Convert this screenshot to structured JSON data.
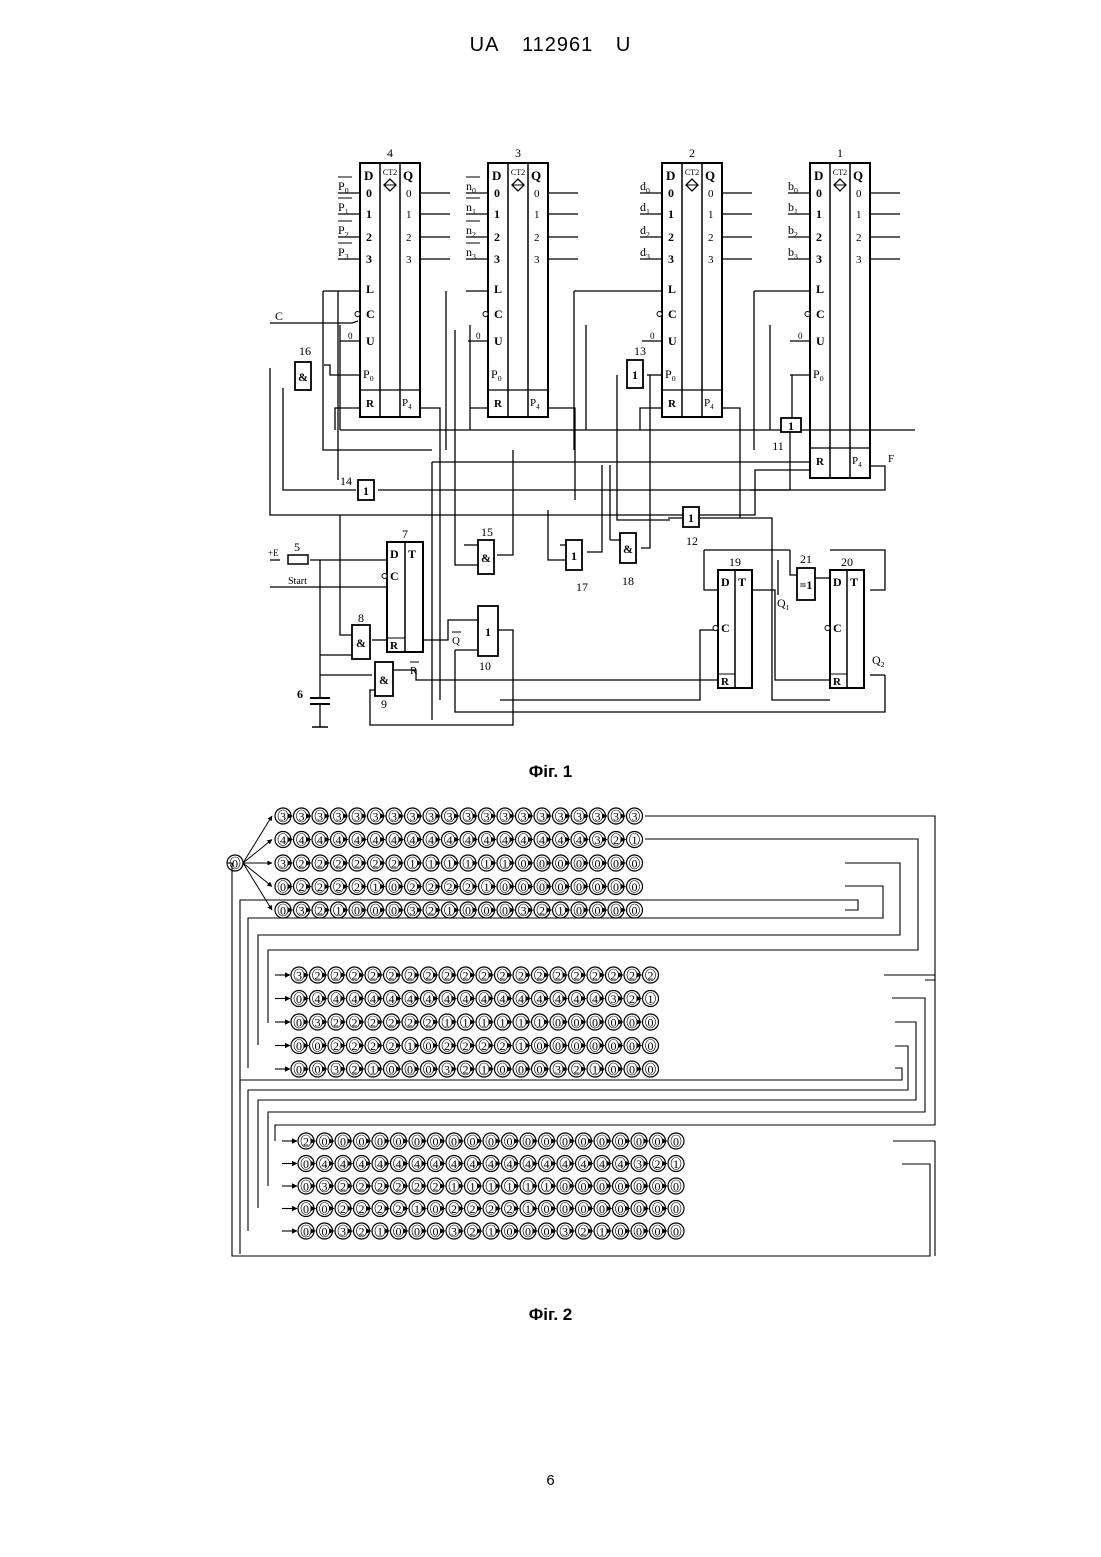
{
  "header": {
    "doc_prefix": "UA",
    "doc_number": "112961",
    "doc_kind": "U"
  },
  "figure1": {
    "caption": "Фіг. 1",
    "counters": [
      {
        "id": "4",
        "block": "CT2",
        "inputs": [
          "P",
          "P",
          "P",
          "P"
        ],
        "subs": [
          "0",
          "1",
          "2",
          "3"
        ]
      },
      {
        "id": "3",
        "block": "CT2",
        "inputs": [
          "n",
          "n",
          "n",
          "n"
        ],
        "subs": [
          "0",
          "1",
          "2",
          "3"
        ]
      },
      {
        "id": "2",
        "block": "CT2",
        "inputs": [
          "d",
          "d",
          "d",
          "d"
        ],
        "subs": [
          "0",
          "1",
          "2",
          "3"
        ]
      },
      {
        "id": "1",
        "block": "CT2",
        "inputs": [
          "b",
          "b",
          "b",
          "b"
        ],
        "subs": [
          "0",
          "1",
          "2",
          "3"
        ]
      }
    ],
    "pin_labels": {
      "D": "D",
      "Q": "Q",
      "L": "L",
      "C": "C",
      "U": "U",
      "P0": "P",
      "R": "R",
      "P4": "P",
      "T": "T",
      "bits": [
        "0",
        "1",
        "2",
        "3"
      ],
      "zero": "0",
      "p0_sub": "0",
      "p4_sub": "4"
    },
    "signals": {
      "clock": "C",
      "supply": "+E",
      "start": "Start",
      "out": "F",
      "q_bar": "Q",
      "r_bar": "R",
      "q1": "Q",
      "q2": "Q",
      "q1_sub": "1",
      "q2_sub": "2"
    },
    "gate_symbols": {
      "and": "&",
      "or": "1",
      "xor": "=1"
    },
    "element_numbers": {
      "n5": "5",
      "n6": "6",
      "n7": "7",
      "n8": "8",
      "n9": "9",
      "n10": "10",
      "n11": "11",
      "n12": "12",
      "n13": "13",
      "n14": "14",
      "n15": "15",
      "n16": "16",
      "n17": "17",
      "n18": "18",
      "n19": "19",
      "n20": "20",
      "n21": "21"
    }
  },
  "figure2": {
    "caption": "Фіг. 2",
    "start_state": "0",
    "groups": [
      {
        "rows": [
          [
            "3",
            "3",
            "3",
            "3",
            "3",
            "3",
            "3",
            "3",
            "3",
            "3",
            "3",
            "3",
            "3",
            "3",
            "3",
            "3",
            "3",
            "3",
            "3",
            "3"
          ],
          [
            "4",
            "4",
            "4",
            "4",
            "4",
            "4",
            "4",
            "4",
            "4",
            "4",
            "4",
            "4",
            "4",
            "4",
            "4",
            "4",
            "4",
            "3",
            "2",
            "1"
          ],
          [
            "3",
            "2",
            "2",
            "2",
            "2",
            "2",
            "2",
            "1",
            "1",
            "1",
            "1",
            "1",
            "1",
            "0",
            "0",
            "0",
            "0",
            "0",
            "0",
            "0"
          ],
          [
            "0",
            "2",
            "2",
            "2",
            "2",
            "1",
            "0",
            "2",
            "2",
            "2",
            "2",
            "1",
            "0",
            "0",
            "0",
            "0",
            "0",
            "0",
            "0",
            "0"
          ],
          [
            "0",
            "3",
            "2",
            "1",
            "0",
            "0",
            "0",
            "3",
            "2",
            "1",
            "0",
            "0",
            "0",
            "3",
            "2",
            "1",
            "0",
            "0",
            "0",
            "0"
          ]
        ]
      },
      {
        "rows": [
          [
            "3",
            "2",
            "2",
            "2",
            "2",
            "2",
            "2",
            "2",
            "2",
            "2",
            "2",
            "2",
            "2",
            "2",
            "2",
            "2",
            "2",
            "2",
            "2",
            "2"
          ],
          [
            "0",
            "4",
            "4",
            "4",
            "4",
            "4",
            "4",
            "4",
            "4",
            "4",
            "4",
            "4",
            "4",
            "4",
            "4",
            "4",
            "4",
            "3",
            "2",
            "1"
          ],
          [
            "0",
            "3",
            "2",
            "2",
            "2",
            "2",
            "2",
            "2",
            "1",
            "1",
            "1",
            "1",
            "1",
            "1",
            "0",
            "0",
            "0",
            "0",
            "0",
            "0"
          ],
          [
            "0",
            "0",
            "2",
            "2",
            "2",
            "2",
            "1",
            "0",
            "2",
            "2",
            "2",
            "2",
            "1",
            "0",
            "0",
            "0",
            "0",
            "0",
            "0",
            "0"
          ],
          [
            "0",
            "0",
            "3",
            "2",
            "1",
            "0",
            "0",
            "0",
            "3",
            "2",
            "1",
            "0",
            "0",
            "0",
            "3",
            "2",
            "1",
            "0",
            "0",
            "0"
          ]
        ]
      },
      {
        "rows": [
          [
            "2",
            "0",
            "0",
            "0",
            "0",
            "0",
            "0",
            "0",
            "0",
            "0",
            "0",
            "0",
            "0",
            "0",
            "0",
            "0",
            "0",
            "0",
            "0",
            "0",
            "0"
          ],
          [
            "0",
            "4",
            "4",
            "4",
            "4",
            "4",
            "4",
            "4",
            "4",
            "4",
            "4",
            "4",
            "4",
            "4",
            "4",
            "4",
            "4",
            "4",
            "3",
            "2",
            "1"
          ],
          [
            "0",
            "3",
            "2",
            "2",
            "2",
            "2",
            "2",
            "2",
            "1",
            "1",
            "1",
            "1",
            "1",
            "1",
            "0",
            "0",
            "0",
            "0",
            "0",
            "0",
            "0"
          ],
          [
            "0",
            "0",
            "2",
            "2",
            "2",
            "2",
            "1",
            "0",
            "2",
            "2",
            "2",
            "2",
            "1",
            "0",
            "0",
            "0",
            "0",
            "0",
            "0",
            "0",
            "0"
          ],
          [
            "0",
            "0",
            "3",
            "2",
            "1",
            "0",
            "0",
            "0",
            "3",
            "2",
            "1",
            "0",
            "0",
            "0",
            "3",
            "2",
            "1",
            "0",
            "0",
            "0",
            "0"
          ]
        ]
      }
    ]
  },
  "page_number": "6"
}
